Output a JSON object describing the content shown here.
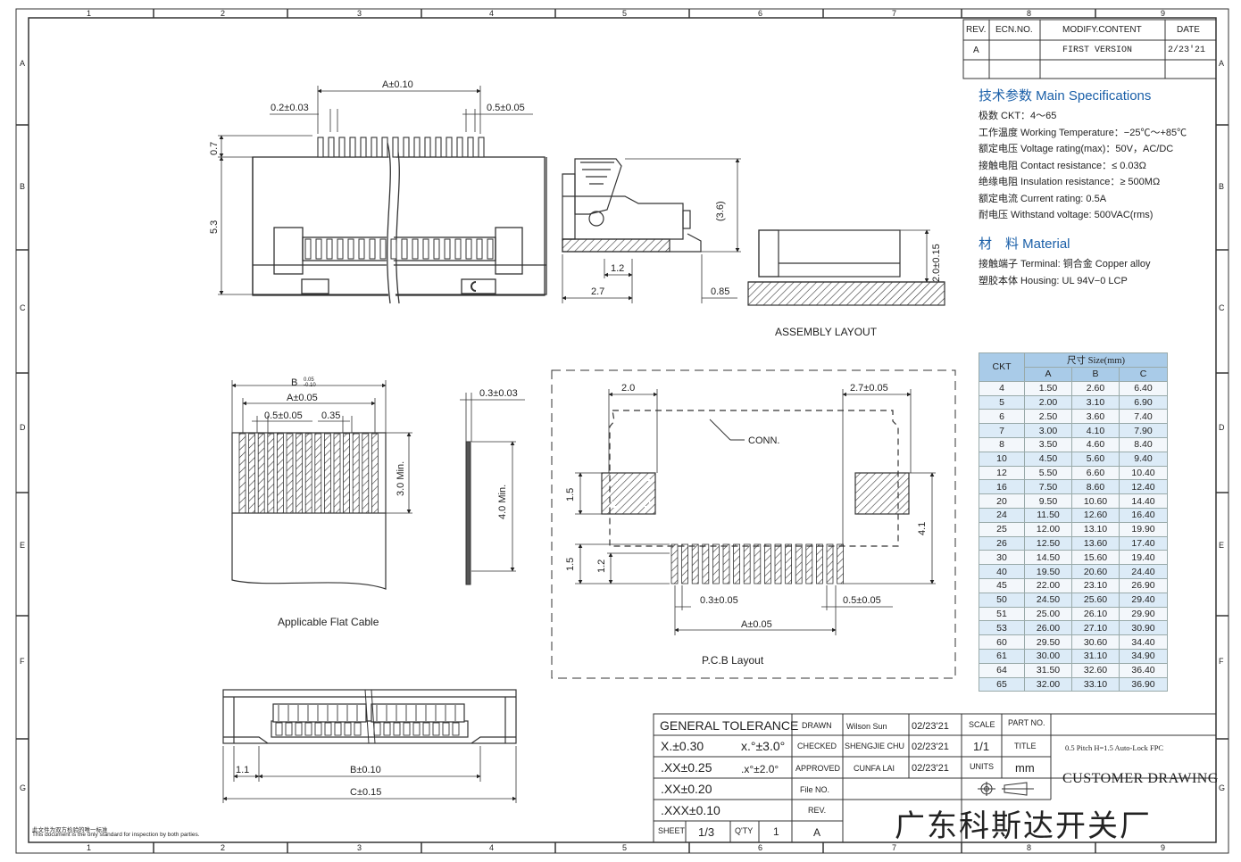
{
  "zones": {
    "cols": [
      "1",
      "2",
      "3",
      "4",
      "5",
      "6",
      "7",
      "8",
      "9"
    ],
    "rows": [
      "A",
      "B",
      "C",
      "D",
      "E",
      "F",
      "G"
    ]
  },
  "revision": {
    "headers": [
      "REV.",
      "ECN.NO.",
      "MODIFY.CONTENT",
      "DATE"
    ],
    "row": {
      "rev": "A",
      "ecn": "",
      "content": "FIRST VERSION",
      "date": "2/23'21"
    }
  },
  "specs": {
    "title": "技术参数 Main Specifications",
    "rows": [
      "极数 CKT：4～65",
      "工作温度 Working Temperature：−25℃～+85℃",
      "额定电压 Voltage rating(max)：50V，AC/DC",
      "接触电阻 Contact resistance：≤ 0.03Ω",
      "绝缘电阻 Insulation resistance：≥ 500MΩ",
      "额定电流 Current rating: 0.5A",
      "耐电压 Withstand voltage: 500VAC(rms)"
    ]
  },
  "material": {
    "title": "材　料 Material",
    "rows": [
      "接触端子 Terminal: 铜合金 Copper alloy",
      "塑胶本体 Housing: UL 94V−0 LCP"
    ]
  },
  "size_table": {
    "ckt_header": "CKT",
    "group_header": "尺寸 Size(mm)",
    "cols": [
      "A",
      "B",
      "C"
    ],
    "rows": [
      [
        "4",
        "1.50",
        "2.60",
        "6.40"
      ],
      [
        "5",
        "2.00",
        "3.10",
        "6.90"
      ],
      [
        "6",
        "2.50",
        "3.60",
        "7.40"
      ],
      [
        "7",
        "3.00",
        "4.10",
        "7.90"
      ],
      [
        "8",
        "3.50",
        "4.60",
        "8.40"
      ],
      [
        "10",
        "4.50",
        "5.60",
        "9.40"
      ],
      [
        "12",
        "5.50",
        "6.60",
        "10.40"
      ],
      [
        "16",
        "7.50",
        "8.60",
        "12.40"
      ],
      [
        "20",
        "9.50",
        "10.60",
        "14.40"
      ],
      [
        "24",
        "11.50",
        "12.60",
        "16.40"
      ],
      [
        "25",
        "12.00",
        "13.10",
        "19.90"
      ],
      [
        "26",
        "12.50",
        "13.60",
        "17.40"
      ],
      [
        "30",
        "14.50",
        "15.60",
        "19.40"
      ],
      [
        "40",
        "19.50",
        "20.60",
        "24.40"
      ],
      [
        "45",
        "22.00",
        "23.10",
        "26.90"
      ],
      [
        "50",
        "24.50",
        "25.60",
        "29.40"
      ],
      [
        "51",
        "25.00",
        "26.10",
        "29.90"
      ],
      [
        "53",
        "26.00",
        "27.10",
        "30.90"
      ],
      [
        "60",
        "29.50",
        "30.60",
        "34.40"
      ],
      [
        "61",
        "30.00",
        "31.10",
        "34.90"
      ],
      [
        "64",
        "31.50",
        "32.60",
        "36.40"
      ],
      [
        "65",
        "32.00",
        "33.10",
        "36.90"
      ]
    ]
  },
  "dims": {
    "top": {
      "a": "A±0.10",
      "p1": "0.2±0.03",
      "p2": "0.5±0.05",
      "h1": "0.7",
      "h2": "5.3"
    },
    "side": {
      "h": "(3.6)",
      "w1": "1.2",
      "w2": "2.7",
      "w3": "0.85"
    },
    "asm": {
      "h": "2.0±0.15",
      "label": "ASSEMBLY LAYOUT"
    },
    "cable": {
      "b": "B",
      "b_tol_upper": "0.05",
      "b_tol_lower": "-0.10",
      "a": "A±0.05",
      "p": "0.5±0.05",
      "w": "0.35",
      "len": "3.0 Min.",
      "label": "Applicable Flat Cable"
    },
    "cable_side": {
      "t": "0.3±0.03",
      "len": "4.0 Min."
    },
    "pcb": {
      "w1": "2.0",
      "w2": "2.7±0.05",
      "conn": "CONN.",
      "h1": "1.5",
      "h2": "1.5",
      "h3": "1.2",
      "h4": "4.1",
      "p1": "0.3±0.05",
      "p2": "0.5±0.05",
      "a": "A±0.05",
      "label": "P.C.B Layout"
    },
    "bottom": {
      "w1": "1.1",
      "b": "B±0.10",
      "c": "C±0.15"
    }
  },
  "title_block": {
    "general_tolerance": "GENERAL  TOLERANCE",
    "tol": [
      {
        "l": "X.±0.30",
        "r": "x.°±3.0°"
      },
      {
        "l": ".XX±0.25",
        "r": ".x°±2.0°"
      },
      {
        "l": ".XX±0.20",
        "r": ""
      },
      {
        "l": ".XXX±0.10",
        "r": ""
      }
    ],
    "drawn_label": "DRAWN",
    "drawn_by": "Wilson Sun",
    "drawn_date": "02/23'21",
    "checked_label": "CHECKED",
    "checked_by": "SHENGJIE CHU",
    "checked_date": "02/23'21",
    "approved_label": "APPROVED",
    "approved_by": "CUNFA LAI",
    "approved_date": "02/23'21",
    "file_label": "File NO.",
    "rev_label": "REV.",
    "rev_value": "A",
    "sheet_label": "SHEET",
    "sheet_value": "1/3",
    "qty_label": "Q'TY",
    "qty_value": "1",
    "scale_label": "SCALE",
    "scale_value": "1/1",
    "units_label": "UNITS",
    "units_value": "mm",
    "part_label": "PART NO.",
    "title_label": "TITLE",
    "title_value": "0.5 Pitch H=1.5 Auto-Lock FPC",
    "customer_drawing": "CUSTOMER DRAWING",
    "company": "广东科斯达开关厂"
  },
  "notes": [
    "此文件为双方检验的唯一标准",
    "This document is the only standard for inspection by both parties."
  ]
}
